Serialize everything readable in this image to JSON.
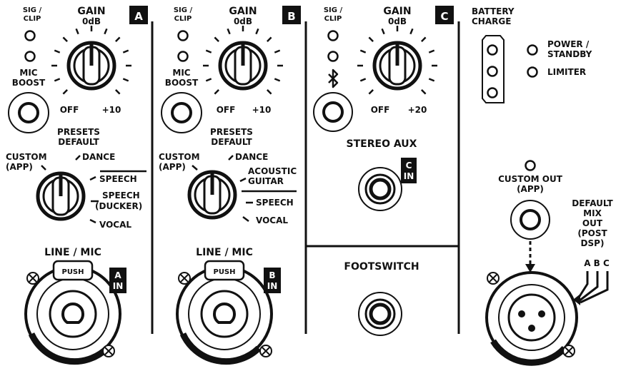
{
  "channel_a": {
    "badge": "A",
    "sig_clip": [
      "SIG /",
      "CLIP"
    ],
    "gain": [
      "GAIN",
      "0dB"
    ],
    "gain_off": "OFF",
    "gain_max": "+10",
    "mic_boost": [
      "MIC",
      "BOOST"
    ],
    "presets": [
      "PRESETS",
      "DEFAULT"
    ],
    "custom": [
      "CUSTOM",
      "(APP)"
    ],
    "dance": "DANCE",
    "speech": "SPEECH",
    "speech_ducker": [
      "SPEECH",
      "(DUCKER)"
    ],
    "vocal": "VOCAL",
    "line_mic": "LINE / MIC",
    "push": "PUSH",
    "input_badge": [
      "A",
      "IN"
    ]
  },
  "channel_b": {
    "badge": "B",
    "sig_clip": [
      "SIG /",
      "CLIP"
    ],
    "gain": [
      "GAIN",
      "0dB"
    ],
    "gain_off": "OFF",
    "gain_max": "+10",
    "mic_boost": [
      "MIC",
      "BOOST"
    ],
    "presets": [
      "PRESETS",
      "DEFAULT"
    ],
    "custom": [
      "CUSTOM",
      "(APP)"
    ],
    "dance": "DANCE",
    "acoustic_guitar": [
      "ACOUSTIC",
      "GUITAR"
    ],
    "speech": "SPEECH",
    "vocal": "VOCAL",
    "line_mic": "LINE / MIC",
    "push": "PUSH",
    "input_badge": [
      "B",
      "IN"
    ]
  },
  "channel_c": {
    "badge": "C",
    "sig_clip": [
      "SIG /",
      "CLIP"
    ],
    "gain": [
      "GAIN",
      "0dB"
    ],
    "gain_off": "OFF",
    "gain_max": "+20",
    "stereo_aux": "STEREO AUX",
    "input_badge": [
      "C",
      "IN"
    ],
    "footswitch": "FOOTSWITCH"
  },
  "output": {
    "battery_charge": [
      "BATTERY",
      "CHARGE"
    ],
    "power_standby": [
      "POWER /",
      "STANDBY"
    ],
    "limiter": "LIMITER",
    "custom_out": [
      "CUSTOM OUT",
      "(APP)"
    ],
    "default_mix": [
      "DEFAULT",
      "MIX",
      "OUT",
      "(POST",
      "DSP)"
    ],
    "abc": "A B C"
  },
  "colors": {
    "ink": "#111111",
    "panel": "#ffffff"
  },
  "icons": [
    "bluetooth-icon",
    "screw-icon"
  ]
}
